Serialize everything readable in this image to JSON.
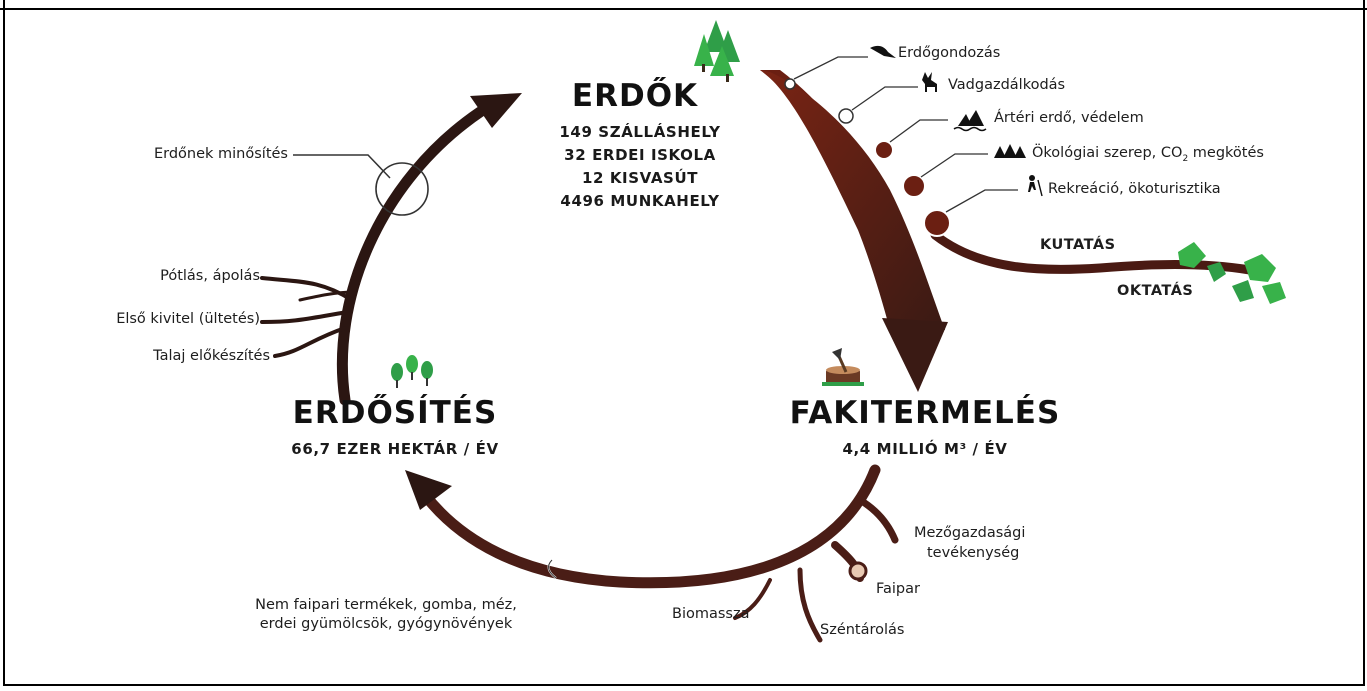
{
  "nodes": {
    "erdok": {
      "title": "ERDŐK",
      "stats": [
        "149 SZÁLLÁSHELY",
        "32 ERDEI ISKOLA",
        "12 KISVASÚT",
        "4496 MUNKAHELY"
      ]
    },
    "erdosites": {
      "title": "ERDŐSÍTÉS",
      "stat": "66,7 EZER HEKTÁR / ÉV"
    },
    "fakitermeles": {
      "title": "FAKITERMELÉS",
      "stat": "4,4 MILLIÓ M³ / ÉV"
    }
  },
  "forest_branches": {
    "erdogondozas": "Erdőgondozás",
    "vadgazdalkodas": "Vadgazdálkodás",
    "arteri": "Ártéri erdő, védelem",
    "okologiai_prefix": "Ökológiai szerep, CO",
    "okologiai_sub": "2",
    "okologiai_suffix": " megkötés",
    "rekreacio": "Rekreáció, ökoturisztika"
  },
  "side_branches": {
    "kutatas": "KUTATÁS",
    "oktatas": "OKTATÁS"
  },
  "left_branches": {
    "minosites": "Erdőnek minősítés",
    "potlas": "Pótlás, ápolás",
    "elso_kivitel": "Első kivitel (ültetés)",
    "talaj": "Talaj előkészítés"
  },
  "bottom_branches": {
    "mezogazdasagi_1": "Mezőgazdasági",
    "mezogazdasagi_2": "tevékenység",
    "faipar": "Faipar",
    "szentarolas": "Széntárolás",
    "biomassza": "Biomassza",
    "nem_faipari_1": "Nem faipari termékek, gomba, méz,",
    "nem_faipari_2": "erdei gyümölcsök, gyógynövények"
  },
  "colors": {
    "dark_trunk": "#2b1612",
    "red_trunk": "#6b1f12",
    "tree_green": "#2f9e48",
    "leaf_green": "#38b24a",
    "line_grey": "#333333"
  },
  "icons": [
    "trees-icon",
    "bird-icon",
    "deer-icon",
    "floodplain-icon",
    "forest-icon",
    "hiker-icon",
    "stump-axe-icon",
    "sapling-icon",
    "log-icon",
    "leaf-icon"
  ]
}
